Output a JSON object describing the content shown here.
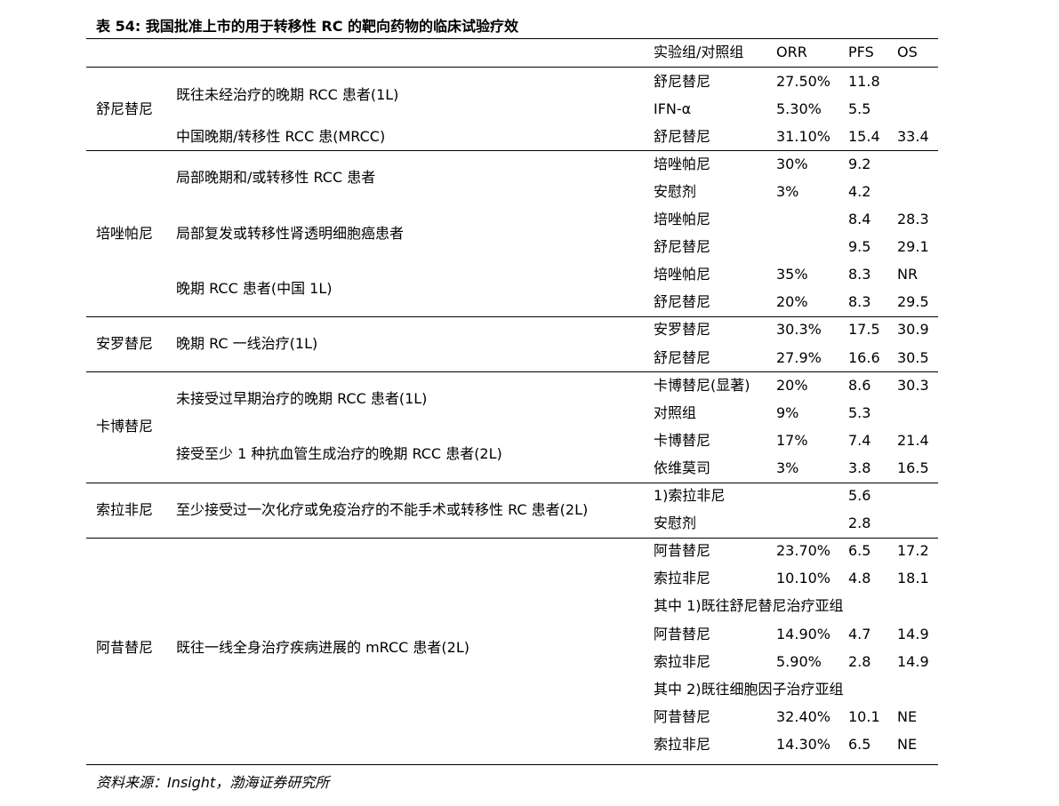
{
  "title": "表 54:  我国批准上市的用于转移性 RC 的靶向药物的临床试验疗效",
  "header": {
    "arm": "实验组/对照组",
    "orr": "ORR",
    "pfs": "PFS",
    "os": "OS"
  },
  "groups": [
    {
      "drug": "舒尼替尼",
      "populations": [
        {
          "label": "既往未经治疗的晚期 RCC 患者(1L)",
          "rows": [
            {
              "arm": "舒尼替尼",
              "orr": "27.50%",
              "pfs": "11.8",
              "os": ""
            },
            {
              "arm": "IFN-α",
              "orr": "5.30%",
              "pfs": "5.5",
              "os": ""
            }
          ]
        },
        {
          "label": "中国晚期/转移性 RCC 患(MRCC)",
          "rows": [
            {
              "arm": "舒尼替尼",
              "orr": "31.10%",
              "pfs": "15.4",
              "os": "33.4"
            }
          ]
        }
      ]
    },
    {
      "drug": "培唑帕尼",
      "populations": [
        {
          "label": "局部晚期和/或转移性 RCC 患者",
          "rows": [
            {
              "arm": "培唑帕尼",
              "orr": "30%",
              "pfs": "9.2",
              "os": ""
            },
            {
              "arm": "安慰剂",
              "orr": "3%",
              "pfs": "4.2",
              "os": ""
            }
          ]
        },
        {
          "label": "局部复发或转移性肾透明细胞癌患者",
          "rows": [
            {
              "arm": "培唑帕尼",
              "orr": "",
              "pfs": "8.4",
              "os": "28.3"
            },
            {
              "arm": "舒尼替尼",
              "orr": "",
              "pfs": "9.5",
              "os": "29.1"
            }
          ]
        },
        {
          "label": "晚期 RCC 患者(中国 1L)",
          "rows": [
            {
              "arm": "培唑帕尼",
              "orr": "35%",
              "pfs": "8.3",
              "os": "NR"
            },
            {
              "arm": "舒尼替尼",
              "orr": "20%",
              "pfs": "8.3",
              "os": "29.5"
            }
          ]
        }
      ]
    },
    {
      "drug": "安罗替尼",
      "populations": [
        {
          "label": "晚期 RC 一线治疗(1L)",
          "rows": [
            {
              "arm": "安罗替尼",
              "orr": "30.3%",
              "pfs": "17.5",
              "os": "30.9"
            },
            {
              "arm": "舒尼替尼",
              "orr": "27.9%",
              "pfs": "16.6",
              "os": "30.5"
            }
          ]
        }
      ]
    },
    {
      "drug": "卡博替尼",
      "populations": [
        {
          "label": "未接受过早期治疗的晚期 RCC 患者(1L)",
          "rows": [
            {
              "arm": "卡博替尼(显著)",
              "orr": "20%",
              "pfs": "8.6",
              "os": "30.3"
            },
            {
              "arm": "对照组",
              "orr": "9%",
              "pfs": "5.3",
              "os": ""
            }
          ]
        },
        {
          "label": "接受至少 1 种抗血管生成治疗的晚期 RCC 患者(2L)",
          "rows": [
            {
              "arm": "卡博替尼",
              "orr": "17%",
              "pfs": "7.4",
              "os": "21.4"
            },
            {
              "arm": "依维莫司",
              "orr": "3%",
              "pfs": "3.8",
              "os": "16.5"
            }
          ]
        }
      ]
    },
    {
      "drug": "索拉非尼",
      "populations": [
        {
          "label": "至少接受过一次化疗或免疫治疗的不能手术或转移性 RC 患者(2L)",
          "rows": [
            {
              "arm": "1)索拉非尼",
              "orr": "",
              "pfs": "5.6",
              "os": ""
            },
            {
              "arm": "安慰剂",
              "orr": "",
              "pfs": "2.8",
              "os": ""
            }
          ]
        }
      ]
    },
    {
      "drug": "阿昔替尼",
      "populations": [
        {
          "label": "既往一线全身治疗疾病进展的  mRCC  患者(2L)",
          "rows": [
            {
              "arm": "阿昔替尼",
              "orr": "23.70%",
              "pfs": "6.5",
              "os": "17.2"
            },
            {
              "arm": "索拉非尼",
              "orr": "10.10%",
              "pfs": "4.8",
              "os": "18.1"
            },
            {
              "arm": "其中 1)既往舒尼替尼治疗亚组",
              "orr": "",
              "pfs": "",
              "os": ""
            },
            {
              "arm": "阿昔替尼",
              "orr": "14.90%",
              "pfs": "4.7",
              "os": "14.9"
            },
            {
              "arm": "索拉非尼",
              "orr": "5.90%",
              "pfs": "2.8",
              "os": "14.9"
            },
            {
              "arm": "其中 2)既往细胞因子治疗亚组",
              "orr": "",
              "pfs": "",
              "os": ""
            },
            {
              "arm": "阿昔替尼",
              "orr": "32.40%",
              "pfs": "10.1",
              "os": "NE"
            },
            {
              "arm": "索拉非尼",
              "orr": "14.30%",
              "pfs": "6.5",
              "os": "NE"
            }
          ]
        }
      ]
    }
  ],
  "source": "资料来源：Insight，渤海证券研究所"
}
